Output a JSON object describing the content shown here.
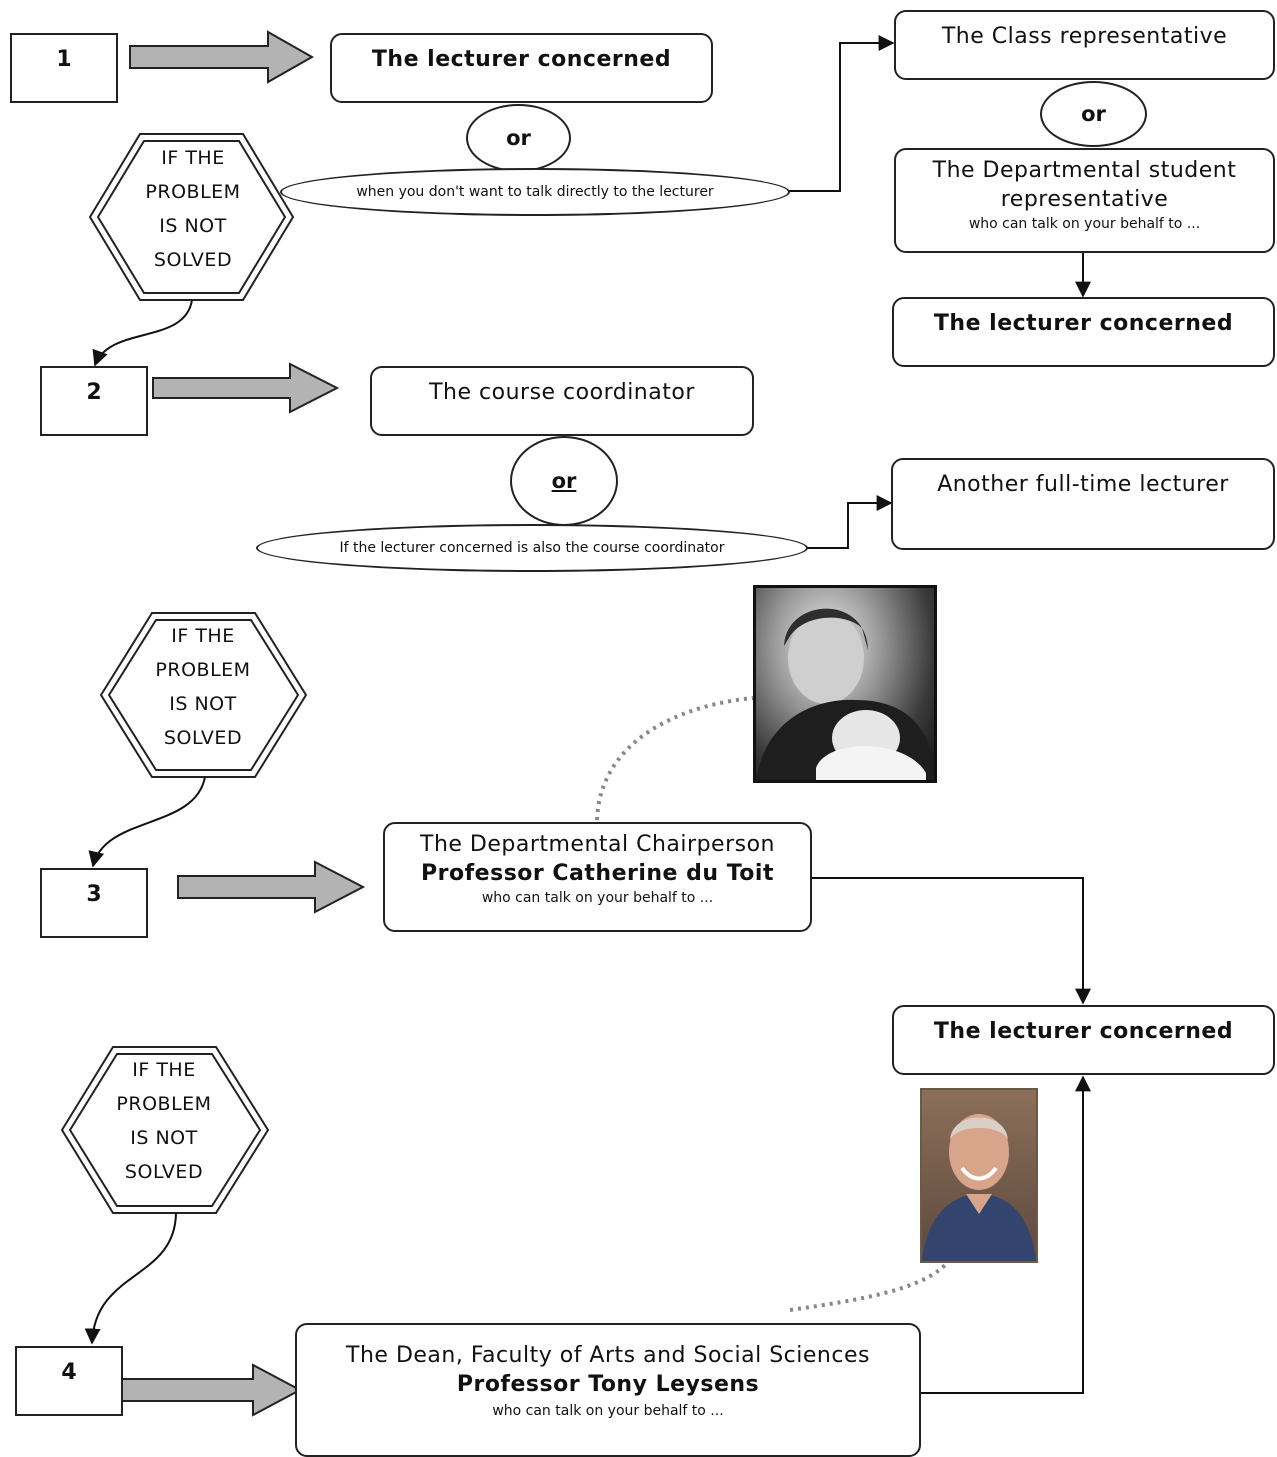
{
  "steps": {
    "one": "1",
    "two": "2",
    "three": "3",
    "four": "4"
  },
  "connector_or": "or",
  "hexagon": {
    "line1": "IF THE",
    "line2": "PROBLEM",
    "line3": "IS NOT",
    "line4": "SOLVED"
  },
  "step1": {
    "target": "The lecturer concerned",
    "condition": "when you don't want to talk directly to the lecturer",
    "alt_class_rep": "The Class representative",
    "alt_dept_rep_line1": "The Departmental student",
    "alt_dept_rep_line2": "representative",
    "alt_dept_rep_note": "who can talk on your behalf to ...",
    "alt_final": "The lecturer concerned"
  },
  "step2": {
    "target": "The course coordinator",
    "condition": "If the lecturer concerned is also the course coordinator",
    "alt": "Another full-time lecturer"
  },
  "step3": {
    "title": "The Departmental Chairperson",
    "name": "Professor Catherine du Toit",
    "note": "who can talk on your behalf to ..."
  },
  "final_target": "The lecturer concerned",
  "step4": {
    "title": "The Dean, Faculty of Arts and Social Sciences",
    "name": "Professor Tony Leysens",
    "note": "who can talk on your behalf to ..."
  },
  "icons": {
    "step_arrow": "thick-right-arrow-icon",
    "connector_arrowhead": "arrowhead-icon",
    "chairperson_photo": "portrait-photo-icon",
    "dean_photo": "portrait-photo-icon"
  }
}
